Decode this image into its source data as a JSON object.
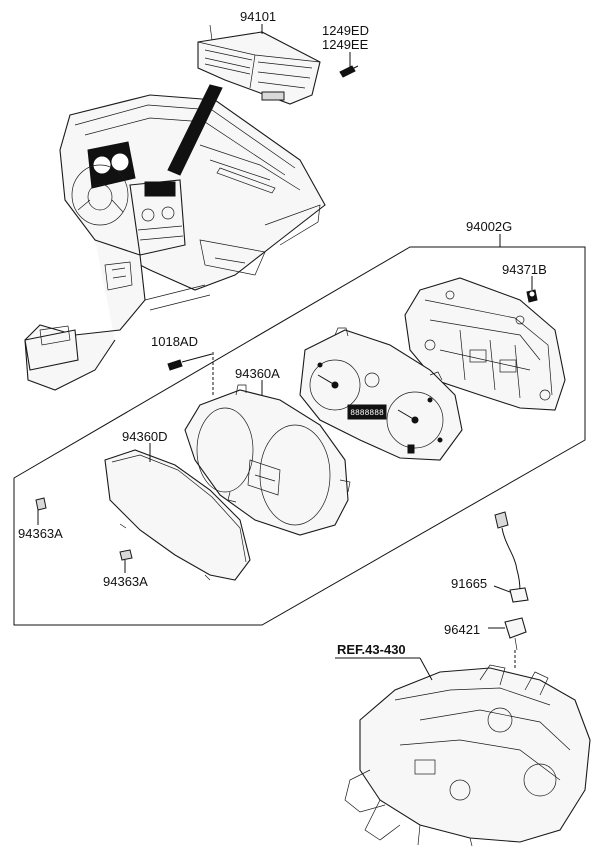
{
  "labels": {
    "p94101": "94101",
    "p1249ED": "1249ED",
    "p1249EE": "1249EE",
    "p94002G": "94002G",
    "p94371B": "94371B",
    "p1018AD": "1018AD",
    "p94360A": "94360A",
    "p94360D": "94360D",
    "p94363A_1": "94363A",
    "p94363A_2": "94363A",
    "p91665": "91665",
    "p96421": "96421",
    "ref": "REF.43-430"
  },
  "gauge_text": {
    "digital": "8888888"
  }
}
